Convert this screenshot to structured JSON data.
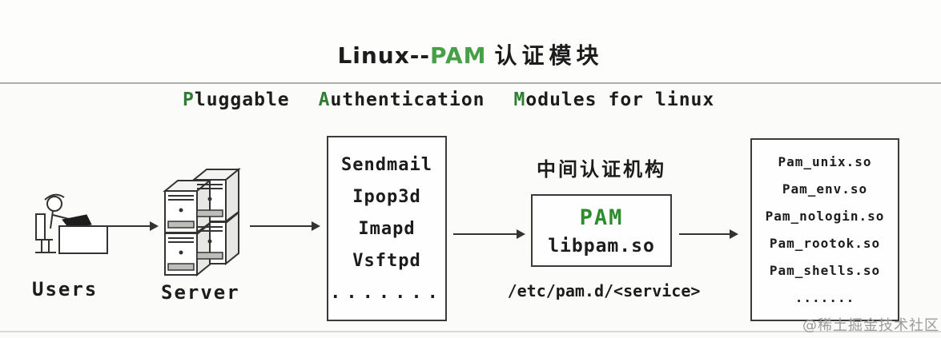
{
  "colors": {
    "accent_green": "#45a047",
    "initial_green": "#2e7d32",
    "pam_green": "#2e8b2e",
    "arrow_black": "#333333",
    "watermark_gray": "#9b9b9b"
  },
  "header": {
    "title_prefix": "Linux--",
    "title_pam": "PAM",
    "title_suffix": "认证模块"
  },
  "subtitle": {
    "words": [
      {
        "initial": "P",
        "rest": "luggable"
      },
      {
        "initial": "A",
        "rest": "uthentication"
      },
      {
        "initial": "M",
        "rest": "odules"
      }
    ],
    "word_for": "for",
    "word_linux": "linux"
  },
  "left": {
    "users_label": "Users",
    "server_label": "Server"
  },
  "services_box": {
    "items": [
      "Sendmail",
      "Ipop3d",
      "Imapd",
      "Vsftpd"
    ],
    "dots": "......."
  },
  "middle": {
    "heading": "中间认证机构",
    "pam_title": "PAM",
    "pam_lib": "libpam.so",
    "config_path": "/etc/pam.d/<service>"
  },
  "modules_box": {
    "items": [
      "Pam_unix.so",
      "Pam_env.so",
      "Pam_nologin.so",
      "Pam_rootok.so",
      "Pam_shells.so"
    ],
    "dots": "......."
  },
  "watermark": "@稀土掘金技术社区"
}
